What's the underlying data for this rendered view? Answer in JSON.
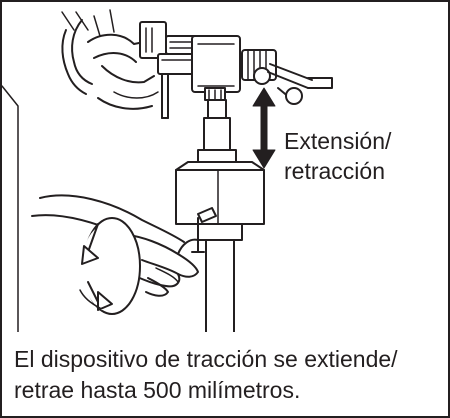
{
  "diagram": {
    "label_line_1": "Extensión/",
    "label_line_2": "retracción",
    "caption_line_1": "El dispositivo de tracción se extiende/",
    "caption_line_2": "retrae hasta 500 milímetros.",
    "icons": [
      "traction-device-illustration",
      "double-arrow-icon",
      "rotation-arrow-icon",
      "hand-illustration"
    ],
    "colors": {
      "line": "#231f20",
      "background": "#ffffff"
    }
  }
}
